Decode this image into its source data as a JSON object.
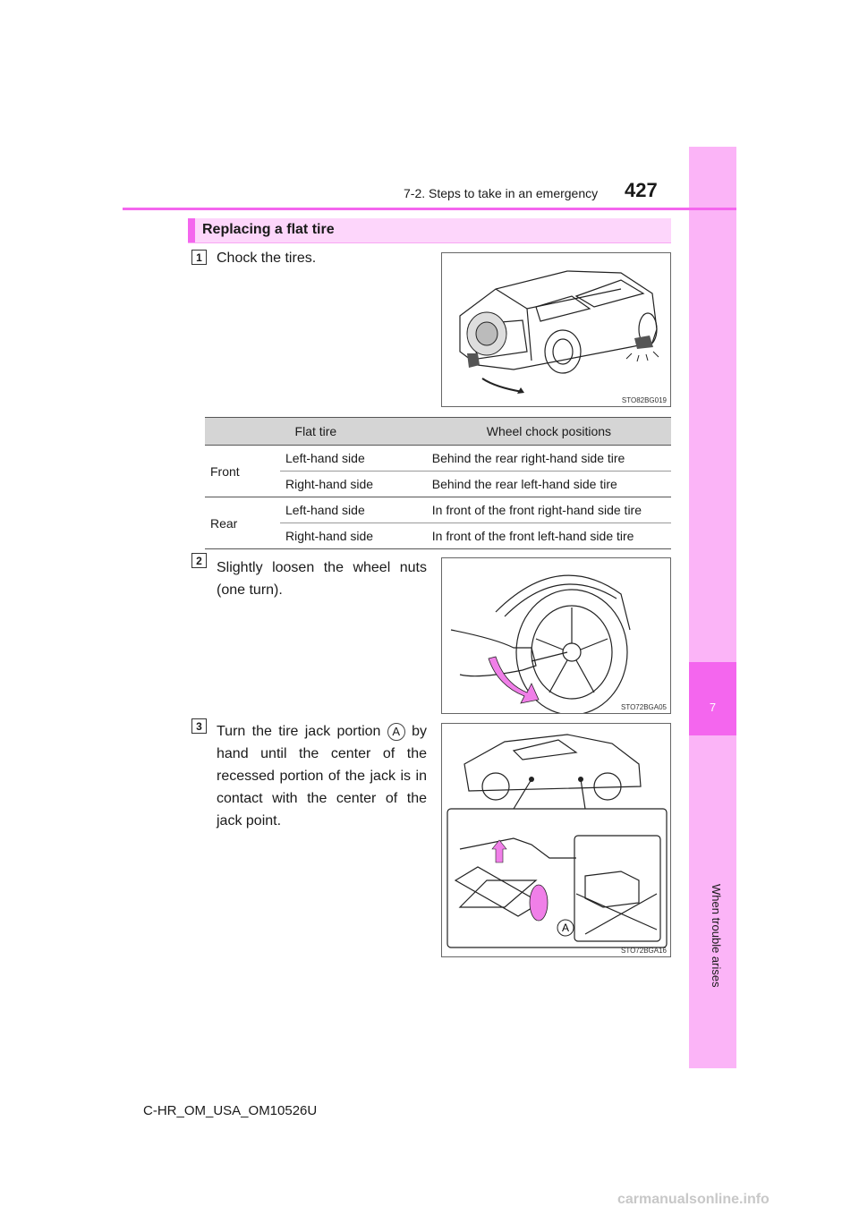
{
  "header": {
    "section_title": "7-2. Steps to take in an emergency",
    "page_number": "427"
  },
  "side_tab": {
    "chapter_number": "7",
    "chapter_name": "When trouble arises",
    "color": "#fbb4f7",
    "accent": "#f466ee"
  },
  "heading": "Replacing a flat tire",
  "steps": [
    {
      "number": "1",
      "text": "Chock the tires.",
      "figure_code": "STO82BG019"
    },
    {
      "number": "2",
      "text": "Slightly loosen the wheel nuts (one turn).",
      "figure_code": "STO72BGA05"
    },
    {
      "number": "3",
      "text_before": "Turn the tire jack portion",
      "callout": "A",
      "text_after": "by hand until the center of the recessed portion of the jack is in contact with the center of the jack point.",
      "figure_code": "STO72BGA16",
      "figure_callout": "A"
    }
  ],
  "table": {
    "headers": [
      "Flat tire",
      "Wheel chock positions"
    ],
    "groups": [
      {
        "label": "Front",
        "rows": [
          {
            "side": "Left-hand side",
            "position": "Behind the rear right-hand side tire"
          },
          {
            "side": "Right-hand side",
            "position": "Behind the rear left-hand side tire"
          }
        ]
      },
      {
        "label": "Rear",
        "rows": [
          {
            "side": "Left-hand side",
            "position": "In front of the front right-hand side tire"
          },
          {
            "side": "Right-hand side",
            "position": "In front of the front left-hand side tire"
          }
        ]
      }
    ]
  },
  "footer": {
    "doc_code": "C-HR_OM_USA_OM10526U",
    "watermark": "carmanualsonline.info"
  }
}
